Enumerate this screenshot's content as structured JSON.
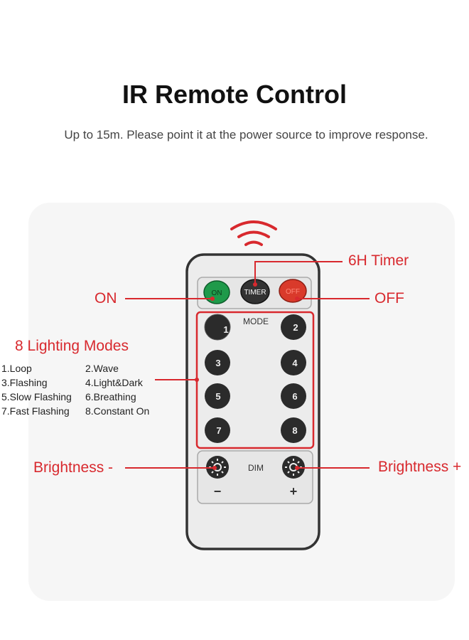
{
  "title": "IR Remote Control",
  "subtitle": "Up to 15m. Please point it at the power source to improve response.",
  "callouts": {
    "timer": "6H Timer",
    "on": "ON",
    "off": "OFF",
    "modes_heading": "8 Lighting Modes",
    "brightness_down": "Brightness -",
    "brightness_up": "Brightness +"
  },
  "modes": [
    "1.Loop",
    "2.Wave",
    "3.Flashing",
    "4.Light&Dark",
    "5.Slow Flashing",
    "6.Breathing",
    "7.Fast Flashing",
    "8.Constant On"
  ],
  "remote": {
    "on_label": "ON",
    "timer_label": "TIMER",
    "off_label": "OFF",
    "mode_label": "MODE",
    "dim_label": "DIM",
    "minus_label": "−",
    "plus_label": "+",
    "number_buttons": [
      "1",
      "2",
      "3",
      "4",
      "5",
      "6",
      "7",
      "8"
    ]
  },
  "colors": {
    "callout_red": "#d8292e",
    "on_button": "#1f9a4a",
    "timer_button": "#333333",
    "off_button": "#d93a2b",
    "number_button": "#2b2b2b",
    "remote_body": "#ececec"
  },
  "icons": {
    "signal": "wifi-signal-icon",
    "brightness": "sun-icon"
  }
}
